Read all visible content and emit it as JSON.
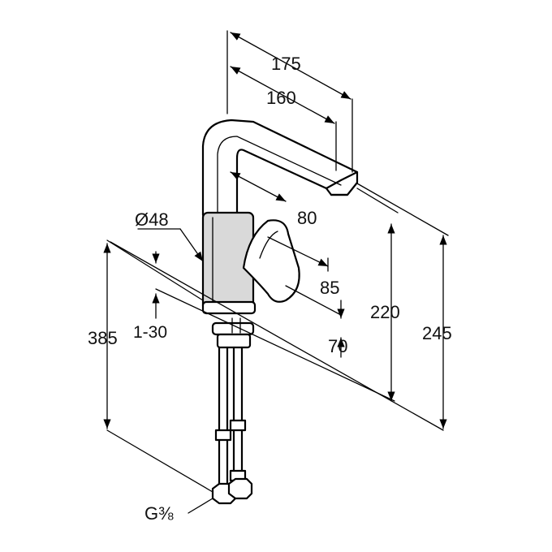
{
  "dimensions": {
    "d175": "175",
    "d160": "160",
    "d48": "Ø48",
    "d80": "80",
    "d85": "85",
    "d220": "220",
    "d245": "245",
    "d385": "385",
    "d1_30": "1-30",
    "d70": "70",
    "thread": "G⅜"
  }
}
